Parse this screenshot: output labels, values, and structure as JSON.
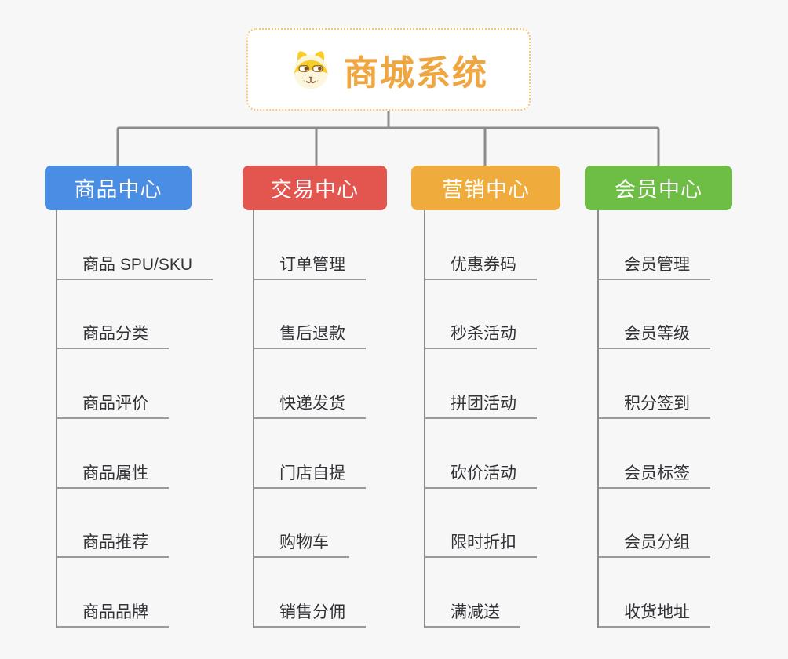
{
  "page": {
    "background": "#f7f7f7",
    "connector_color": "#8c8c8c"
  },
  "root": {
    "title": "商城系统",
    "icon": "dog-face-icon",
    "text_color": "#f0a640",
    "border_color": "#f5c678"
  },
  "branches": [
    {
      "label": "商品中心",
      "color": "#4a8de4",
      "items": [
        "商品 SPU/SKU",
        "商品分类",
        "商品评价",
        "商品属性",
        "商品推荐",
        "商品品牌"
      ]
    },
    {
      "label": "交易中心",
      "color": "#e2564f",
      "items": [
        "订单管理",
        "售后退款",
        "快递发货",
        "门店自提",
        "购物车",
        "销售分佣"
      ]
    },
    {
      "label": "营销中心",
      "color": "#efac3d",
      "items": [
        "优惠券码",
        "秒杀活动",
        "拼团活动",
        "砍价活动",
        "限时折扣",
        "满减送"
      ]
    },
    {
      "label": "会员中心",
      "color": "#6ebe45",
      "items": [
        "会员管理",
        "会员等级",
        "积分签到",
        "会员标签",
        "会员分组",
        "收货地址"
      ]
    }
  ]
}
